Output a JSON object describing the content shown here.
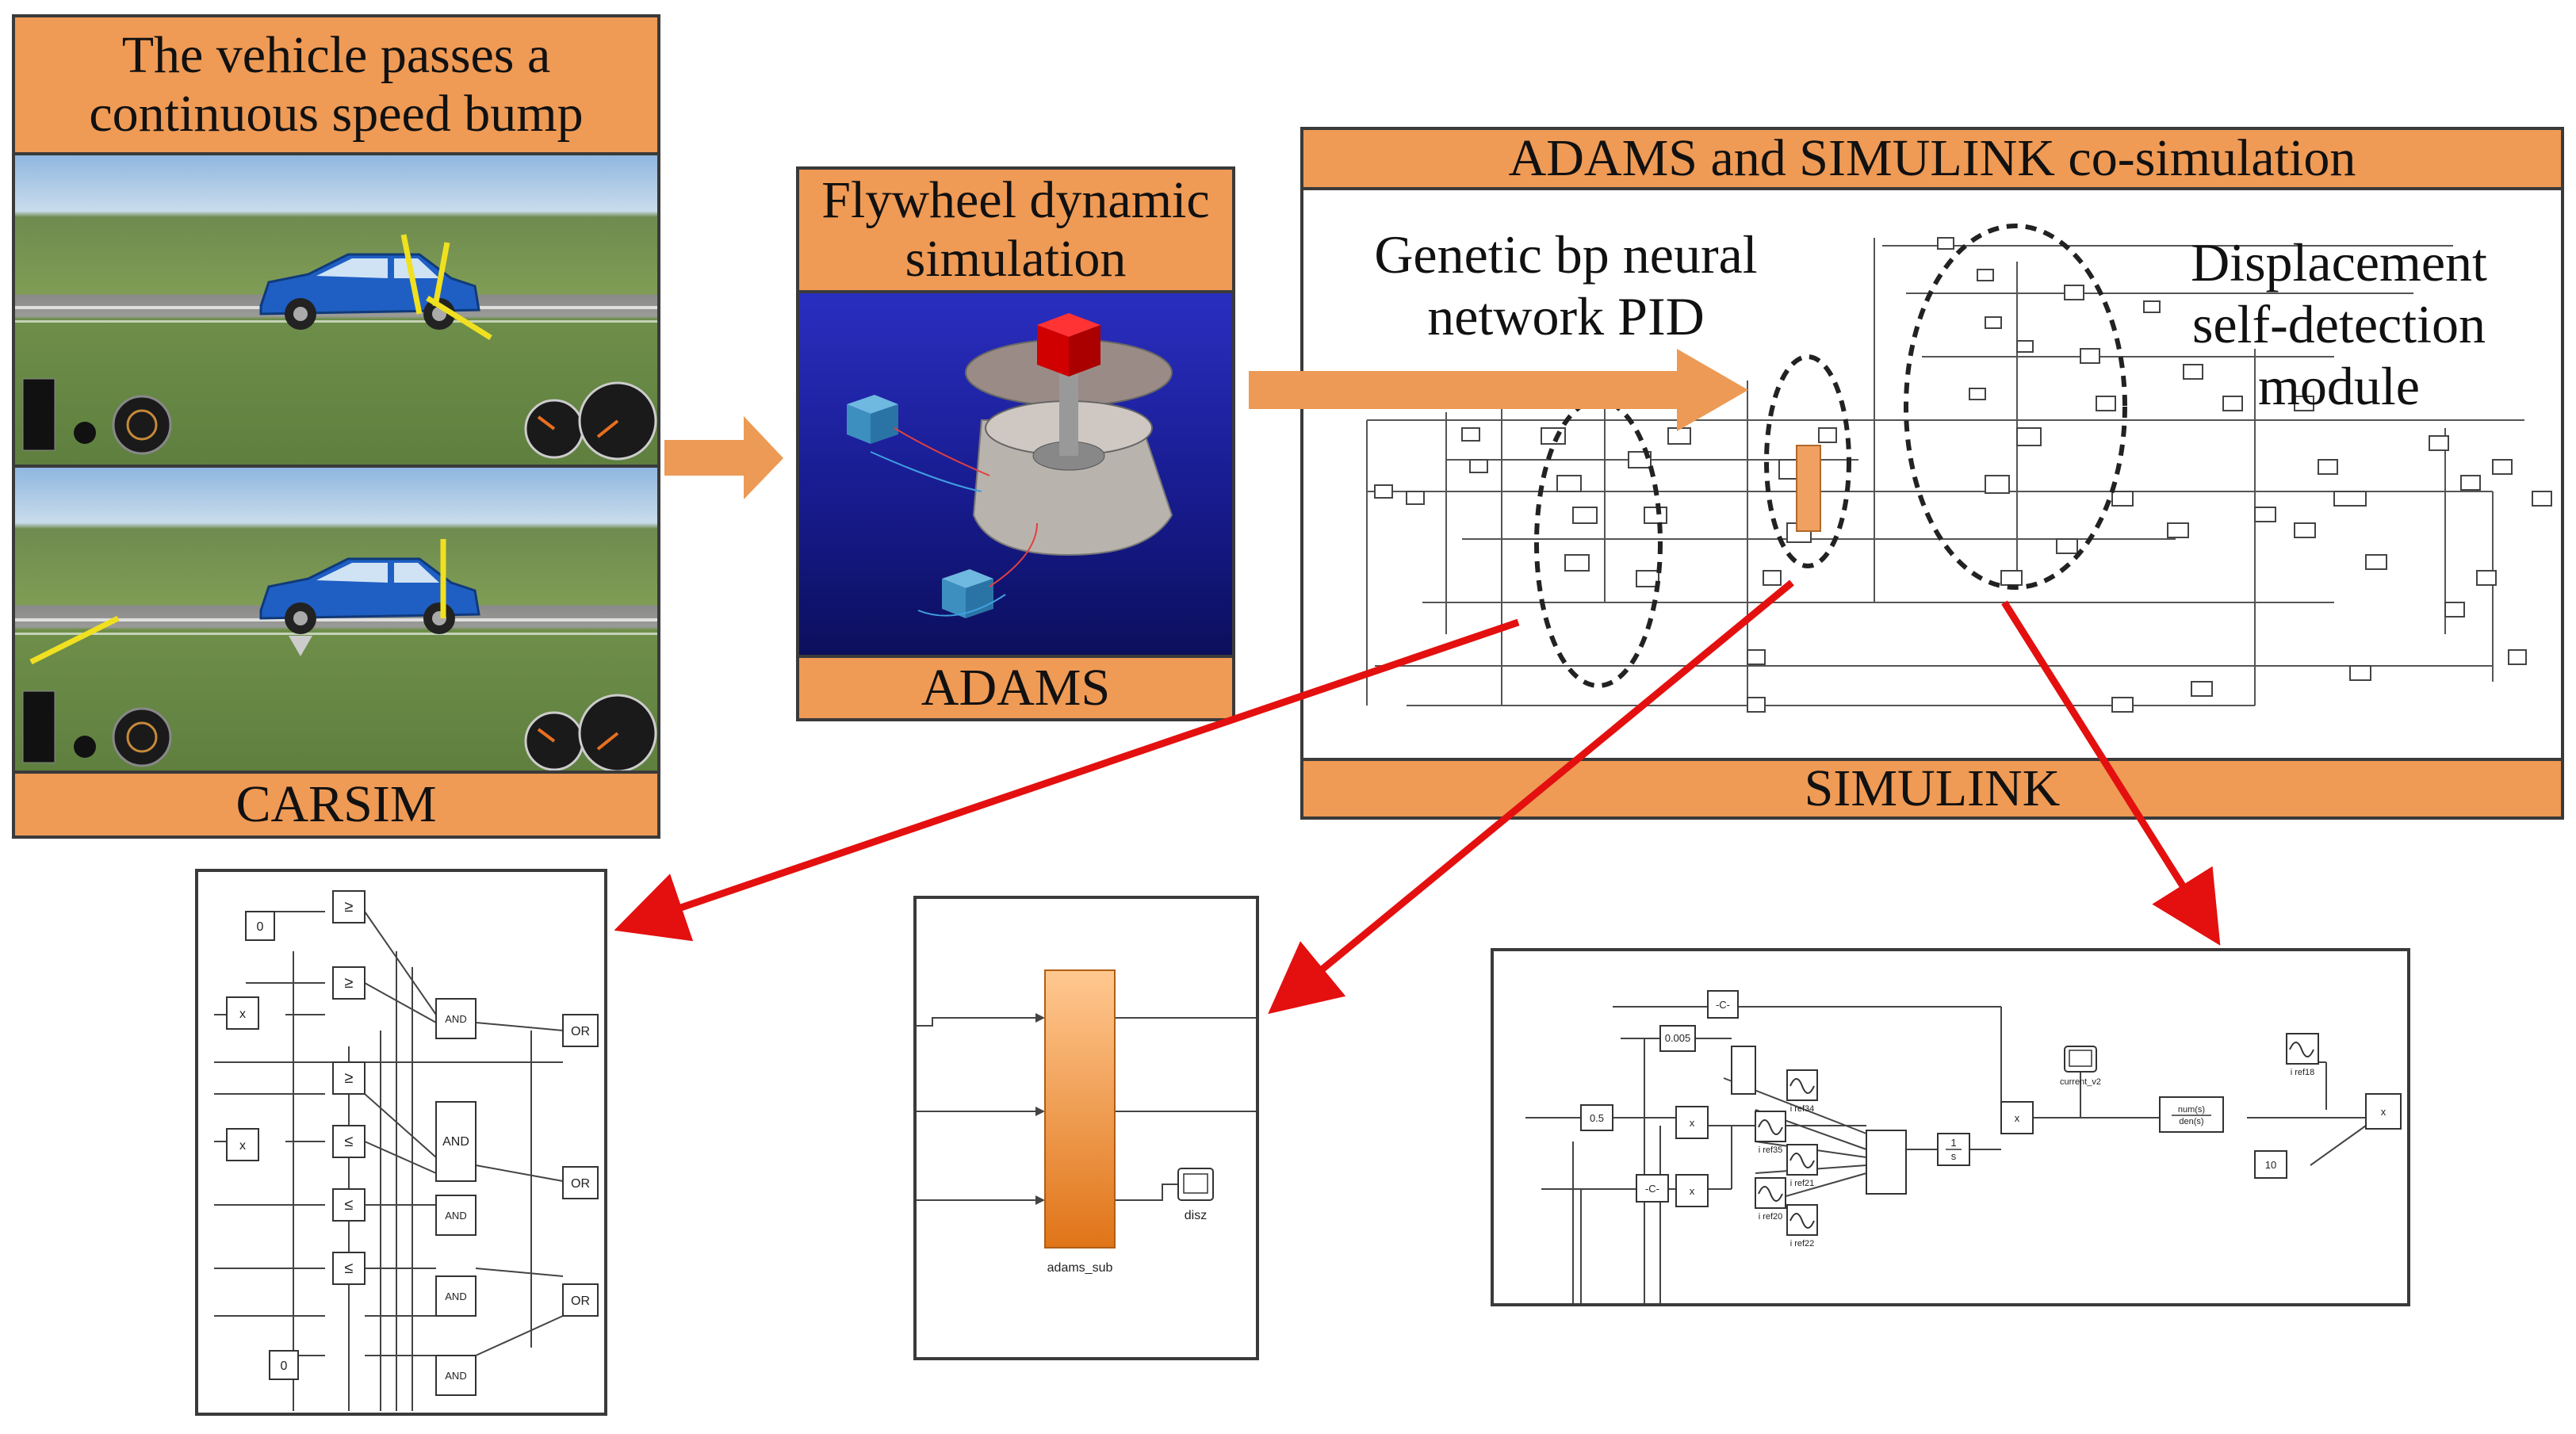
{
  "carsim": {
    "title_line1": "The vehicle passes a",
    "title_line2": "continuous speed bump",
    "footer": "CARSIM"
  },
  "adams": {
    "title_line1": "Flywheel dynamic",
    "title_line2": "simulation",
    "footer": "ADAMS"
  },
  "cosim": {
    "title": "ADAMS and SIMULINK co-simulation",
    "footer": "SIMULINK",
    "label_pid_line1": "Genetic bp neural",
    "label_pid_line2": "network PID",
    "label_disp_line1": "Displacement",
    "label_disp_line2": "self-detection",
    "label_disp_line3": "module"
  },
  "detail_logic": {
    "blocks": [
      "0",
      "x",
      "x",
      "0",
      "≥",
      "≥",
      "≥",
      "≤",
      "≤",
      "≤",
      "AND",
      "AND",
      "AND",
      "AND",
      "AND",
      "OR",
      "OR",
      "OR"
    ]
  },
  "detail_adams": {
    "subsystem_label": "adams_sub",
    "scope_label": "disz"
  },
  "detail_disp": {
    "const_c1": "-C-",
    "const_005": "0.005",
    "const_05": "0.5",
    "const_c2": "-C-",
    "const_10": "10",
    "ref34": "i ref34",
    "ref35": "i ref35",
    "ref21": "i ref21",
    "ref20": "i ref20",
    "ref22": "i ref22",
    "ref18": "i ref18",
    "scope": "current_v2",
    "integrator_num": "1",
    "integrator_den": "s",
    "tf_num": "num(s)",
    "tf_den": "den(s)",
    "mult": "x"
  },
  "colors": {
    "orange": "#ef9a55",
    "arrow_orange": "#ec9a55",
    "red": "#e3100f",
    "blue_car": "#1f5fc4",
    "adams_bg": "#1a1e8c"
  }
}
